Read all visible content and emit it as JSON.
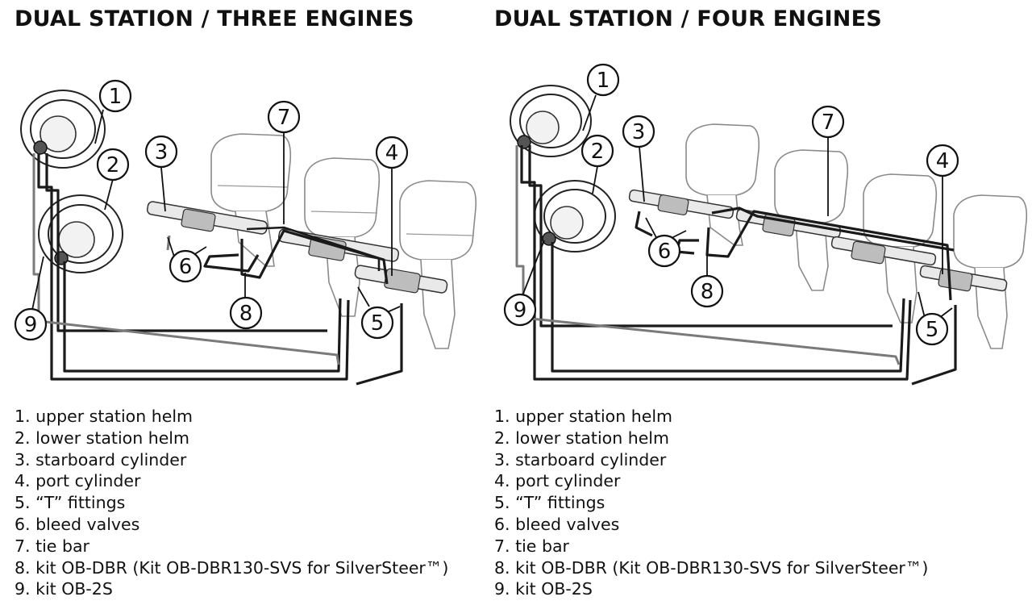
{
  "panels": [
    {
      "title": "DUAL STATION / THREE ENGINES",
      "legend": [
        "1. upper station helm",
        "2. lower station helm",
        "3. starboard cylinder",
        "4. port cylinder",
        "5. “T” fittings",
        "6. bleed valves",
        "7. tie bar",
        "8. kit OB-DBR (Kit OB-DBR130-SVS for SilverSteer™)",
        "9. kit OB-2S"
      ],
      "callouts": [
        "1",
        "2",
        "3",
        "4",
        "5",
        "6",
        "7",
        "8",
        "9"
      ]
    },
    {
      "title": "DUAL STATION / FOUR ENGINES",
      "legend": [
        "1. upper station helm",
        "2. lower station helm",
        "3. starboard cylinder",
        "4. port cylinder",
        "5. “T” fittings",
        "6. bleed valves",
        "7. tie bar",
        "8. kit OB-DBR (Kit OB-DBR130-SVS for SilverSteer™)",
        "9. kit OB-2S"
      ],
      "callouts": [
        "1",
        "2",
        "3",
        "4",
        "5",
        "6",
        "7",
        "8",
        "9"
      ]
    }
  ]
}
